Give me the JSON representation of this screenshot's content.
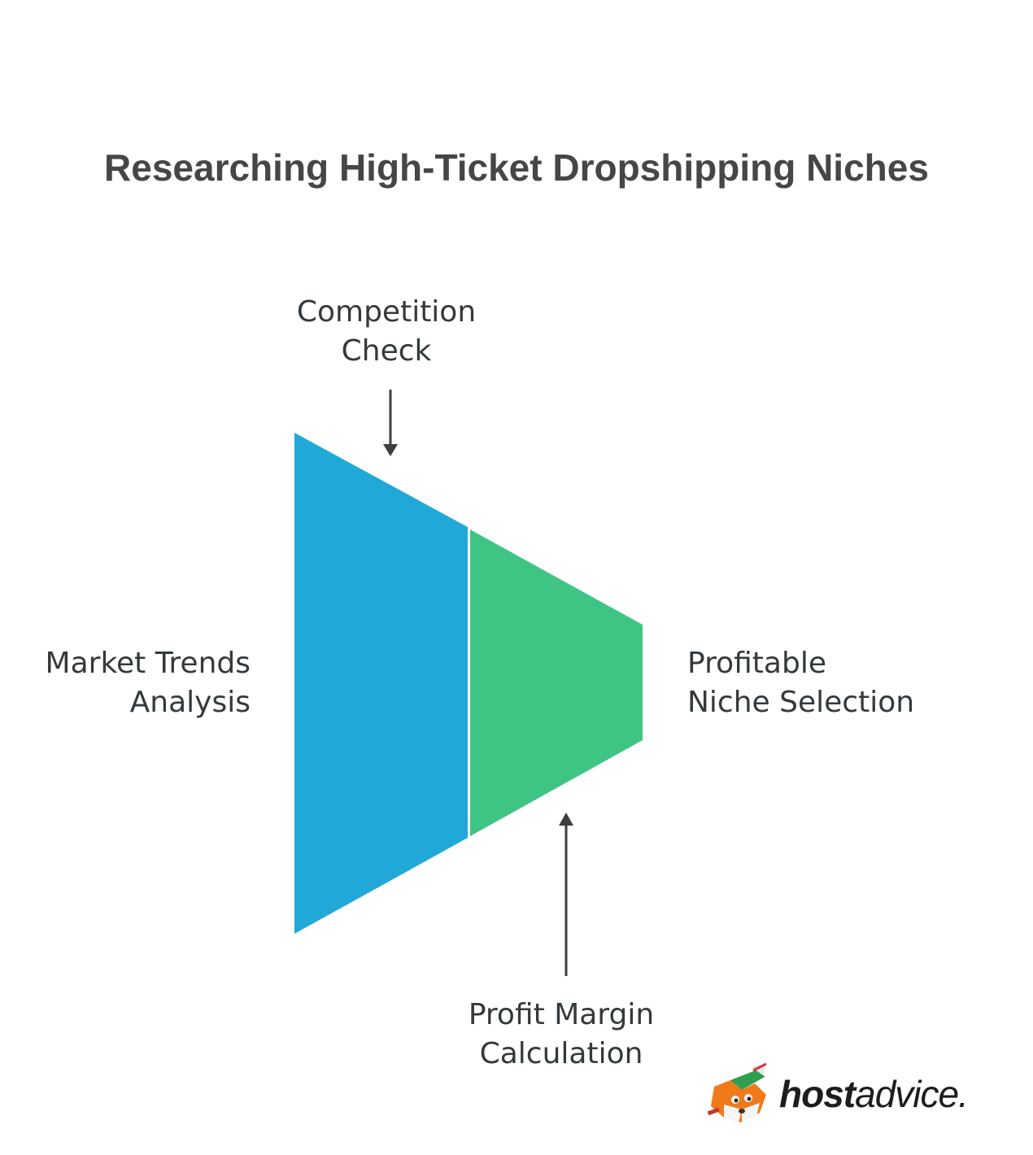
{
  "title": "Researching High-Ticket Dropshipping Niches",
  "stages": [
    {
      "name": "Market Trends Analysis",
      "lines": [
        "Market Trends",
        "Analysis"
      ],
      "color": "#20a9d8"
    },
    {
      "name": "Profitable Niche Selection",
      "lines": [
        "Profitable",
        "Niche Selection"
      ],
      "color": "#3ec584"
    }
  ],
  "inputs": [
    {
      "lines": [
        "Competition",
        "Check"
      ],
      "arrow": "down"
    },
    {
      "lines": [
        "Profit Margin",
        "Calculation"
      ],
      "arrow": "up"
    }
  ],
  "brand": {
    "logo": "hostadvice-fox-logo",
    "text_bold": "host",
    "text_light": "advice."
  }
}
